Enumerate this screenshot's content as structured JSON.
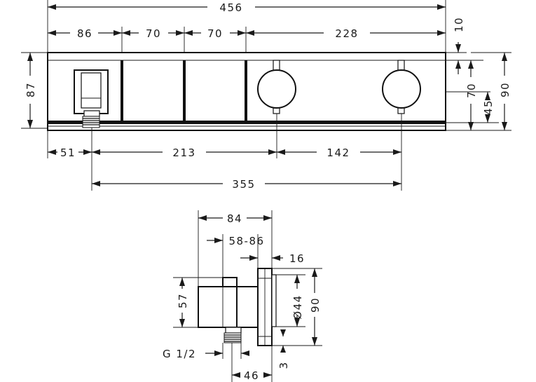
{
  "front_view": {
    "overall_width": "456",
    "top_gap": "10",
    "seg_1": "86",
    "seg_2": "70",
    "seg_3": "70",
    "seg_4": "228",
    "height_left": "87",
    "height_outer": "90",
    "height_70": "70",
    "height_45": "45",
    "bottom_51": "51",
    "bottom_213": "213",
    "bottom_142": "142",
    "bottom_355": "355"
  },
  "side_view": {
    "depth_84": "84",
    "range_58_86": "58-86",
    "plate_16": "16",
    "body_57": "57",
    "diam_44": "Ø44",
    "height_90": "90",
    "thread": "G 1/2",
    "offset_3": "3",
    "width_46": "46"
  }
}
